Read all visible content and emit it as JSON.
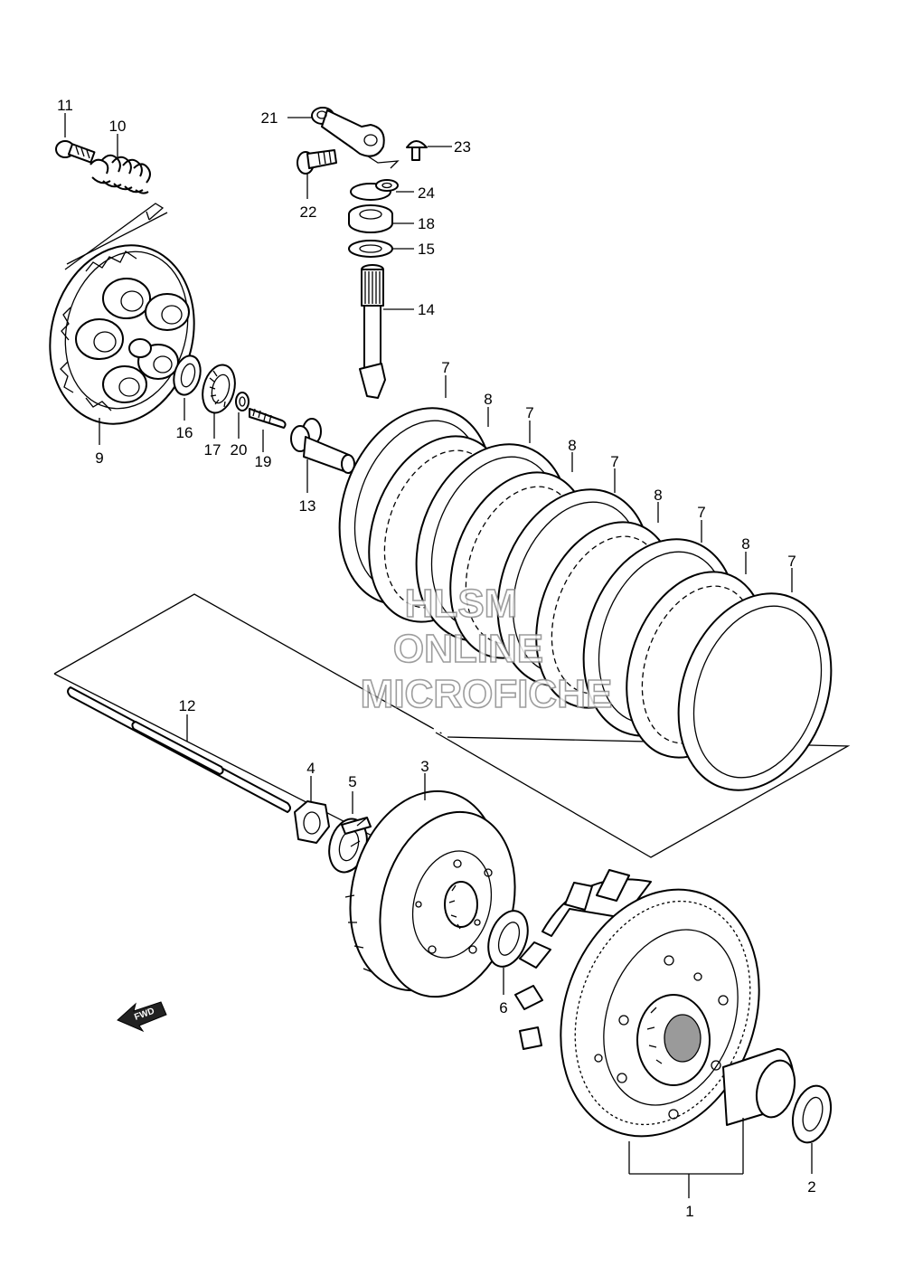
{
  "parts": [
    {
      "ref": "1"
    },
    {
      "ref": "2"
    },
    {
      "ref": "3"
    },
    {
      "ref": "4"
    },
    {
      "ref": "5"
    },
    {
      "ref": "6"
    },
    {
      "ref": "7"
    },
    {
      "ref": "8"
    },
    {
      "ref": "9"
    },
    {
      "ref": "10"
    },
    {
      "ref": "11"
    },
    {
      "ref": "12"
    },
    {
      "ref": "13"
    },
    {
      "ref": "14"
    },
    {
      "ref": "15"
    },
    {
      "ref": "16"
    },
    {
      "ref": "17"
    },
    {
      "ref": "18"
    },
    {
      "ref": "19"
    },
    {
      "ref": "20"
    },
    {
      "ref": "21"
    },
    {
      "ref": "22"
    },
    {
      "ref": "23"
    },
    {
      "ref": "24"
    }
  ],
  "watermark": {
    "line1": "HLSM",
    "line2": "ONLINE",
    "line3": "MICROFICHE"
  },
  "direction_arrow": {
    "label": "FWD"
  }
}
